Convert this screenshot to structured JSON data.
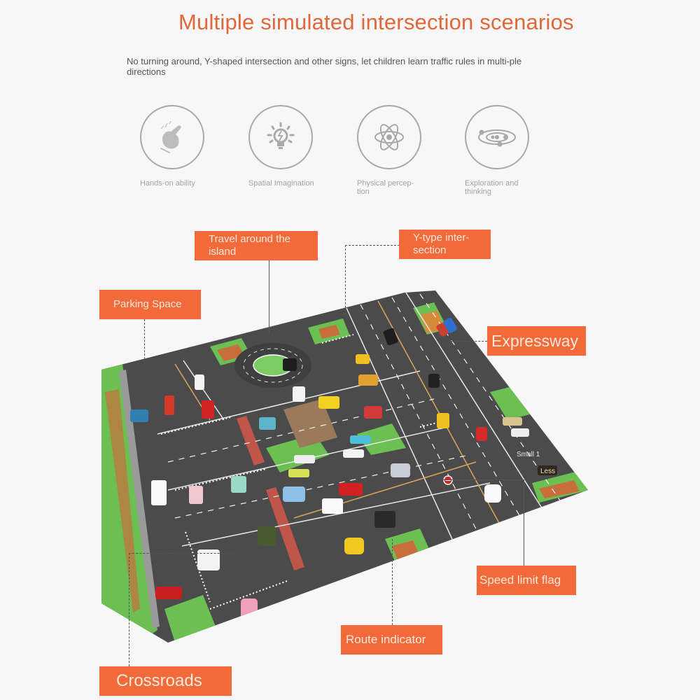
{
  "header": {
    "title": "Multiple simulated intersection scenarios",
    "subtitle": "No turning around, Y-shaped intersection and other signs, let children learn traffic rules in multi-ple directions"
  },
  "features": [
    {
      "icon": "hand-pointer-icon",
      "label": "Hands-on ability"
    },
    {
      "icon": "lightbulb-icon",
      "label": "Spatial Imagination"
    },
    {
      "icon": "atom-icon",
      "label": "Physical percep-tion"
    },
    {
      "icon": "solar-system-icon",
      "label": "Exploration and thinking"
    }
  ],
  "callouts": {
    "travel_island": "Travel around the island",
    "y_type": "Y-type inter-section",
    "parking": "Parking Space",
    "expressway": "Expressway",
    "speed_limit": "Speed limit flag",
    "route_indicator": "Route indicator",
    "crossroads": "Crossroads"
  },
  "map": {
    "sign_small": "Small 1",
    "sign_less": "Less"
  },
  "colors": {
    "accent": "#f2693a",
    "title": "#e0673a",
    "road": "#4a4a4a",
    "grass": "#6cbf52",
    "background": "#f7f7f7"
  }
}
